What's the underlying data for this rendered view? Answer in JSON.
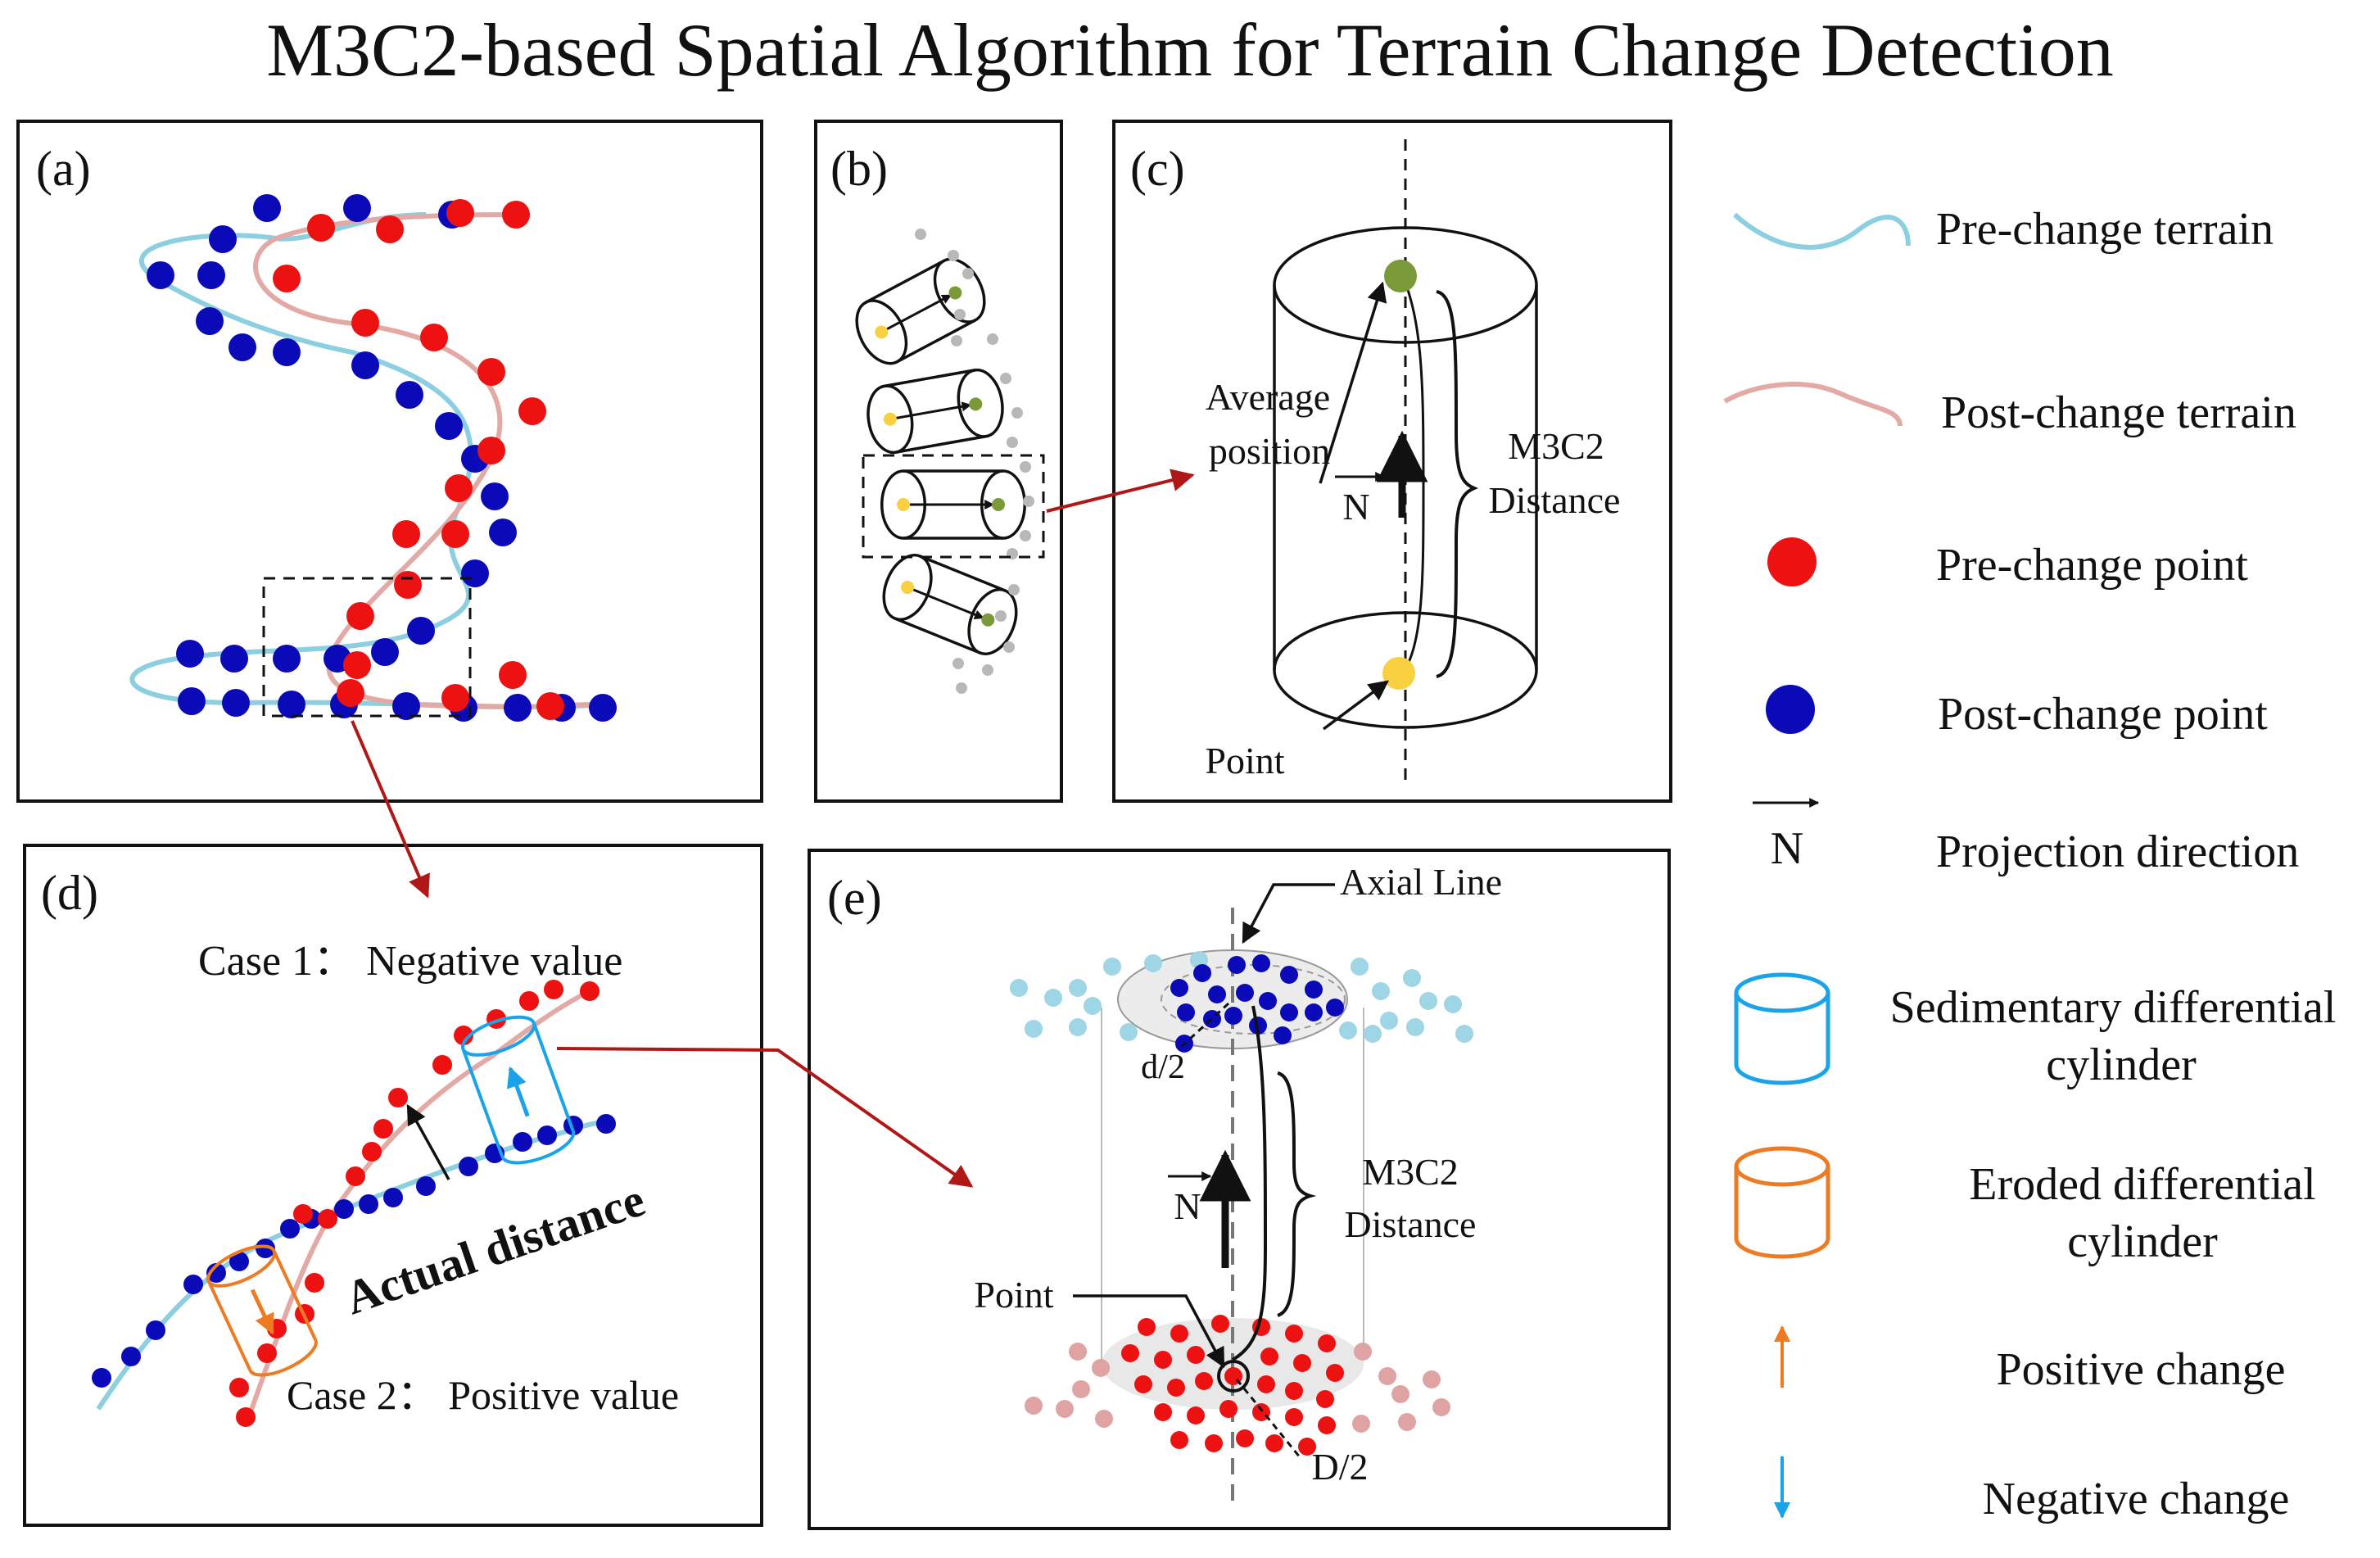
{
  "title": "M3C2-based Spatial Algorithm for Terrain Change Detection",
  "panels": {
    "a": {
      "label": "(a)"
    },
    "b": {
      "label": "(b)"
    },
    "c": {
      "label": "(c)",
      "avg_line1": "Average",
      "avg_line2": "position",
      "n_symbol": "N",
      "m3c2_line1": "M3C2",
      "m3c2_line2": "Distance",
      "point": "Point"
    },
    "d": {
      "label": "(d)",
      "case1": "Case 1： Negative value",
      "case2": "Case 2： Positive value",
      "actual": "Actual distance"
    },
    "e": {
      "label": "(e)",
      "axial": "Axial Line",
      "d_small": "d/2",
      "n_symbol": "N",
      "m3c2_line1": "M3C2",
      "m3c2_line2": "Distance",
      "point": "Point",
      "d_big": "D/2"
    }
  },
  "legend": [
    {
      "icon": "pre-change-terrain-icon",
      "line1": "Pre-change terrain",
      "line2": ""
    },
    {
      "icon": "post-change-terrain-icon",
      "line1": "Post-change terrain",
      "line2": ""
    },
    {
      "icon": "pre-change-point-icon",
      "line1": "Pre-change point",
      "line2": ""
    },
    {
      "icon": "post-change-point-icon",
      "line1": "Post-change point",
      "line2": ""
    },
    {
      "icon": "projection-direction-icon",
      "line1": "Projection direction",
      "line2": "",
      "symbol": "N"
    },
    {
      "icon": "sedimentary-cylinder-icon",
      "line1": "Sedimentary differential",
      "line2": "cylinder"
    },
    {
      "icon": "eroded-cylinder-icon",
      "line1": "Eroded differential",
      "line2": "cylinder"
    },
    {
      "icon": "positive-change-icon",
      "line1": "Positive change",
      "line2": ""
    },
    {
      "icon": "negative-change-icon",
      "line1": "Negative change",
      "line2": ""
    }
  ],
  "colors": {
    "pre_terrain": "#8ccfe0",
    "post_terrain": "#e3a9a5",
    "pre_point": "#ee1111",
    "post_point": "#0a0ab8",
    "sedimentary": "#1aa3e8",
    "eroded": "#ee7a22",
    "avg_point": "#7a9a3a",
    "core_point": "#f8d040",
    "neighbor_gray": "#b8b8b8",
    "light_blue_point": "#9fd6e6",
    "light_red_point": "#dfa3a3",
    "link_arrow": "#b01818"
  }
}
